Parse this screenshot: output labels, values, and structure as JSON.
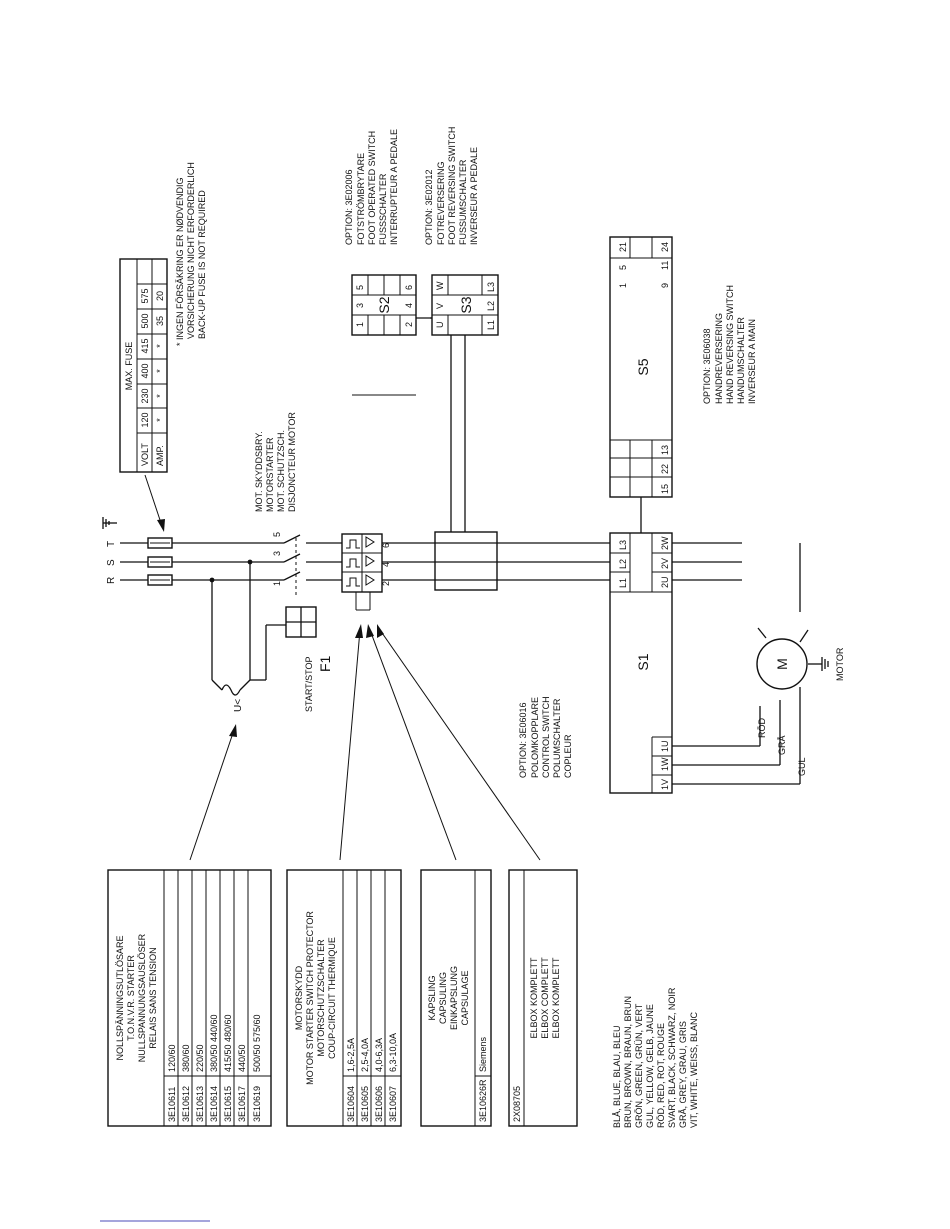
{
  "wire_colors": [
    "BLÅ, BLUE, BLAU, BLEU",
    "BRUN, BROWN, BRAUN, BRUN",
    "GRÖN, GREEN, GRÜN, VERT",
    "GUL, YELLOW, GELB, JAUNE",
    "RÖD, RED, ROT, ROUGE",
    "SVART, BLACK, SCHWARZ, NOIR",
    "GRÅ, GREY, GRAU, GRIS",
    "VIT, WHITE, WEISS, BLANC"
  ],
  "tables": {
    "zero_voltage": {
      "header": [
        "NOLLSPÄNNINGSUTLÖSARE",
        "T.O.N.V.R. STARTER",
        "NULLSPANNUNGSAUSLÖSER",
        "RELAIS SANS TENSION"
      ],
      "rows": [
        [
          "3E10611",
          "120/60"
        ],
        [
          "3E10612",
          "380/60"
        ],
        [
          "3E10613",
          "220/50"
        ],
        [
          "3E10614",
          "380/50 440/60"
        ],
        [
          "3E10615",
          "415/50 480/60"
        ],
        [
          "3E10617",
          "440/50"
        ],
        [
          "3E10619",
          "500/50 575/60"
        ]
      ]
    },
    "motor_protector": {
      "header": [
        "MOTORSKYDD",
        "MOTOR STARTER SWITCH PROTECTOR",
        "MOTORSCHUTZSCHALTER",
        "COUP-CIRCUIT THERMIQUE"
      ],
      "rows": [
        [
          "3E10604",
          "1,6-2,5A"
        ],
        [
          "3E10605",
          "2,5-4,0A"
        ],
        [
          "3E10606",
          "4,0-6,3A"
        ],
        [
          "3E10607",
          "6,3-10,0A"
        ]
      ]
    },
    "enclosure": {
      "header": [
        "KAPSLING",
        "CAPSULING",
        "EINKAPSLUNG",
        "CAPSULAGE"
      ],
      "rows": [
        [
          "3E10626R",
          "Siemens"
        ]
      ]
    },
    "elbox": {
      "header": [
        "2X08705",
        "ELBOX KOMPLETT",
        "ELBOX COMPLETT",
        "ELBOX KOMPLETT"
      ]
    },
    "fuse": {
      "title": "MAX. FUSE",
      "volt_label": "VOLT",
      "amp_label": "AMP.",
      "volts": [
        "120",
        "230",
        "400",
        "415",
        "500",
        "575"
      ],
      "amps": [
        "*",
        "*",
        "*",
        "*",
        "35",
        "20"
      ]
    }
  },
  "fuse_note": [
    "* INGEN FÖRSÄKRING ER NØDVENDIG",
    "VORSICHERUNG NICHT ERFORDERLICH",
    "BACK-UP FUSE IS NOT REQUIRED"
  ],
  "labels": {
    "phase_r": "R",
    "phase_s": "S",
    "phase_t": "T",
    "f1": "F1",
    "start_stop": "START/STOP",
    "undervoltage": "U<",
    "motor_starter": [
      "MOT. SKYDDSBRY.",
      "MOTORSTARTER",
      "MOT. SCHUTZSCH.",
      "DISJONCTEUR MOTOR"
    ],
    "s1": "S1",
    "s1_terms_top": [
      "L1",
      "L2",
      "L3"
    ],
    "s1_terms_bottom": [
      "2U",
      "2V",
      "2W"
    ],
    "s1_terms_left": [
      "1V",
      "1W",
      "1U"
    ],
    "s1_option": [
      "OPTION: 3E06016",
      "POLOMKOPPLARE",
      "CONTROL SWITCH",
      "POLUMSCHALTER",
      "COPLEUR"
    ],
    "s2": "S2",
    "s2_terms_top": [
      "1",
      "3",
      "5"
    ],
    "s2_terms_bottom": [
      "2",
      "4",
      "6"
    ],
    "s2_option": [
      "OPTION: 3E02006",
      "FOTSTRÖMBRYTARE",
      "FOOT OPERATED SWITCH",
      "FUSSSCHALTER",
      "INTERRUPTEUR A PEDALE"
    ],
    "s3": "S3",
    "s3_terms_top": [
      "U",
      "V",
      "W"
    ],
    "s3_terms_bottom": [
      "L1",
      "L2",
      "L3"
    ],
    "s3_option": [
      "OPTION: 3E02012",
      "FOTREVERSERING",
      "FOOT REVERSING SWITCH",
      "FUSSUMSCHALTER",
      "INVERSEUR A PEDALE"
    ],
    "s5": "S5",
    "s5_terms_tl": [
      "15",
      "22",
      "13"
    ],
    "s5_terms_tr1": [
      "1",
      "5",
      "21"
    ],
    "s5_terms_tr2": [
      "9",
      "11",
      "24"
    ],
    "s5_option": [
      "OPTION: 3E06038",
      "HANDREVERSERING",
      "HAND REVERSING SWITCH",
      "HANDUMSCHALTER",
      "INVERSEUR A MAIN"
    ],
    "motor_symbol": "M",
    "motor": "MOTOR",
    "wire_rod": "RÖD",
    "wire_gra": "GRÅ",
    "wire_gul": "GUL",
    "term_1": "1",
    "term_3": "3",
    "term_5": "5",
    "term_2": "2",
    "term_4": "4",
    "term_6": "6"
  }
}
